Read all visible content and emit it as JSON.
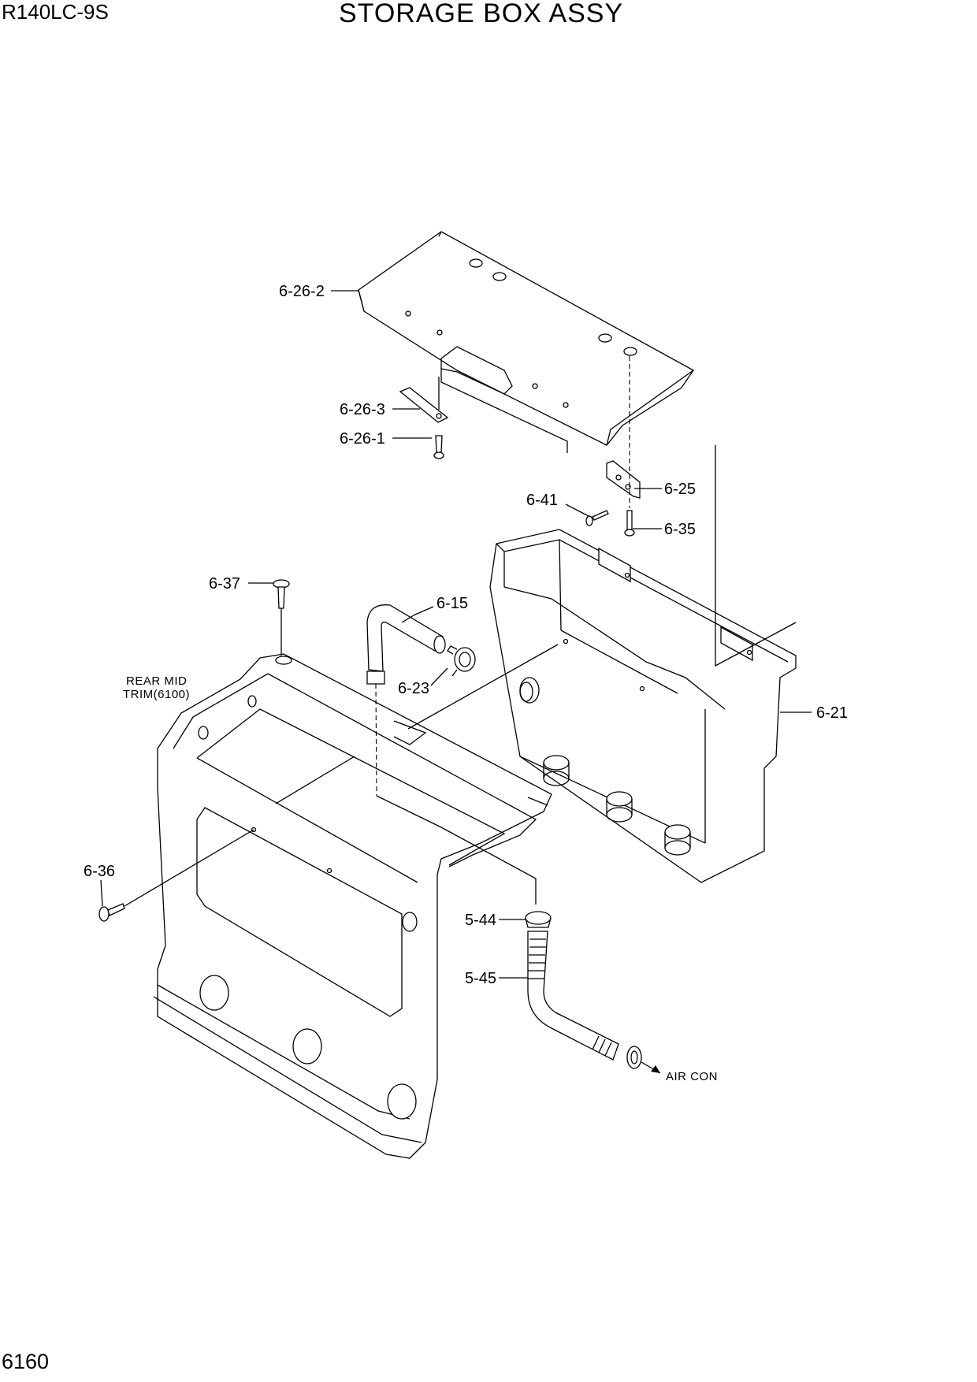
{
  "header": {
    "model": "R140LC-9S",
    "title": "STORAGE BOX ASSY"
  },
  "footer": {
    "page_number": "6160"
  },
  "callouts": {
    "c_6_26_2": "6-26-2",
    "c_6_26_3": "6-26-3",
    "c_6_26_1": "6-26-1",
    "c_6_25": "6-25",
    "c_6_41": "6-41",
    "c_6_35": "6-35",
    "c_6_37": "6-37",
    "c_6_15": "6-15",
    "c_6_23": "6-23",
    "c_6_21": "6-21",
    "c_6_36": "6-36",
    "c_5_44": "5-44",
    "c_5_45": "5-45"
  },
  "notes": {
    "rear_mid_line1": "REAR MID",
    "rear_mid_line2": "TRIM(6100)",
    "air_con": "AIR CON"
  }
}
